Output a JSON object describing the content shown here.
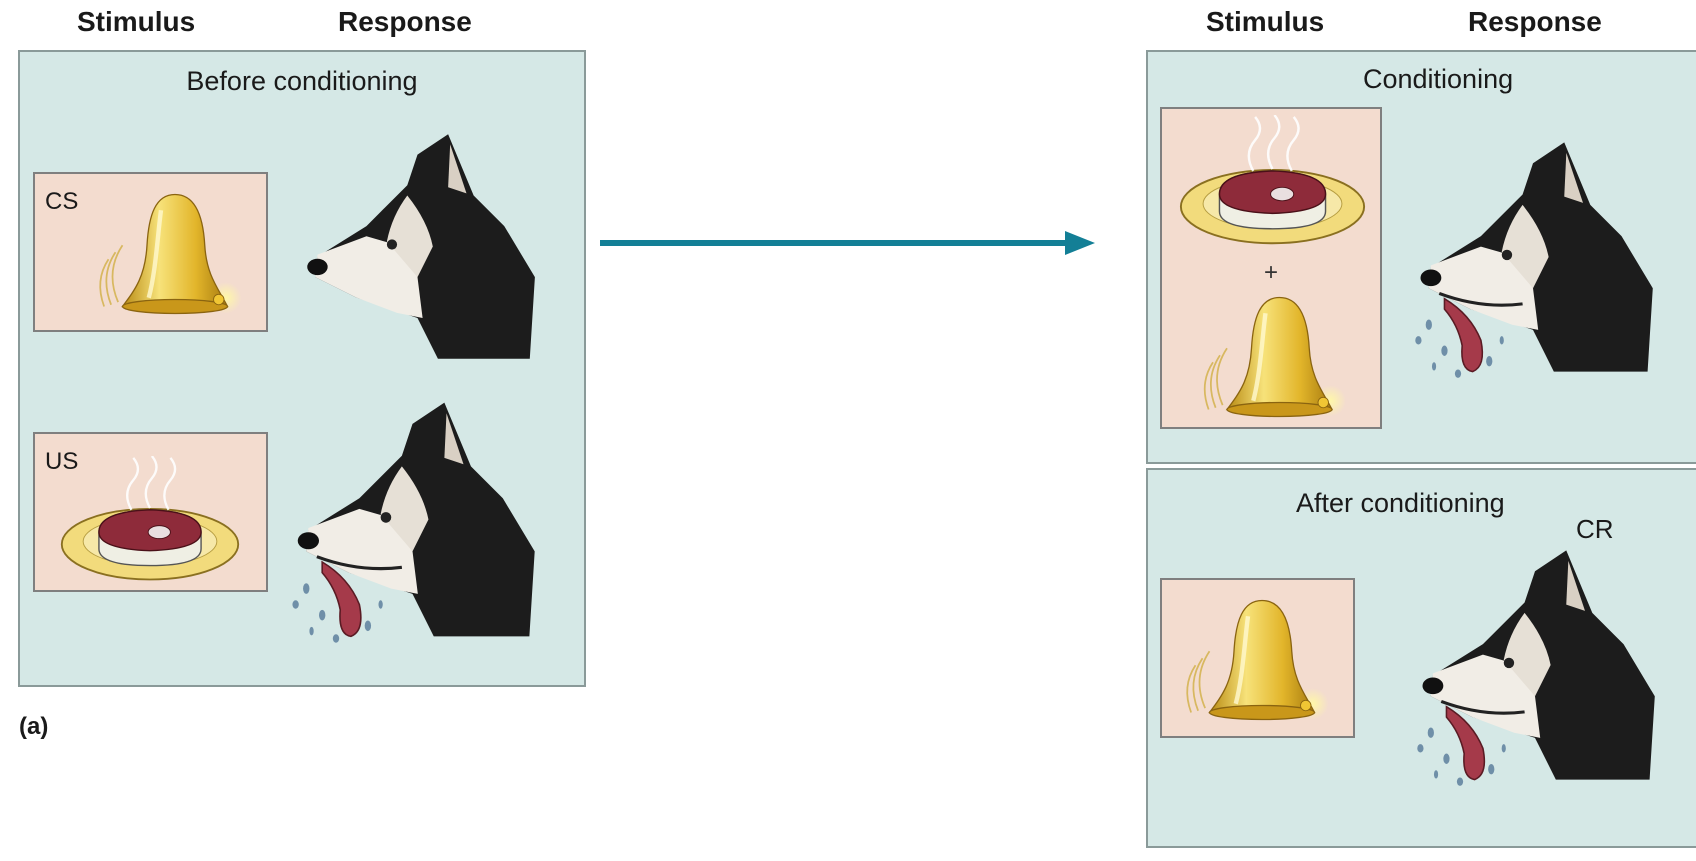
{
  "left": {
    "header_stimulus": "Stimulus",
    "header_response": "Response",
    "panel_title": "Before conditioning",
    "cs_label": "CS",
    "us_label": "US",
    "part_label": "(a)"
  },
  "right": {
    "header_stimulus": "Stimulus",
    "header_response": "Response",
    "conditioning_title": "Conditioning",
    "plus": "+",
    "after_title": "After conditioning",
    "cr_label": "CR"
  },
  "colors": {
    "panel_bg": "#d5e8e6",
    "stimulus_bg": "#f3dccf",
    "arrow": "#137f96",
    "bell": "#e8c23a"
  }
}
